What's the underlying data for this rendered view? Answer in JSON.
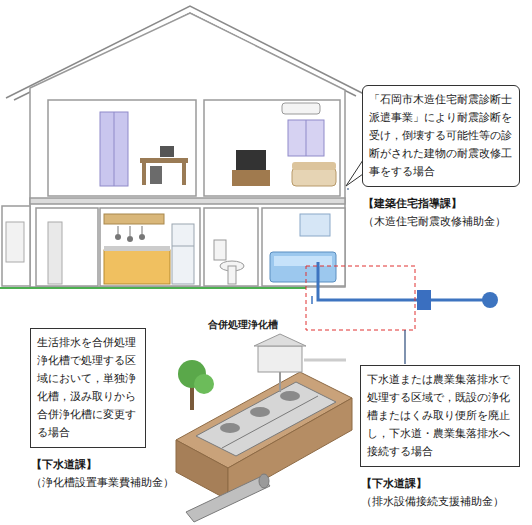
{
  "diagram": {
    "nodes": [
      {
        "text": [
          "「石岡市木造住宅耐震診断士派遣事業」により耐震診断を受け，倒壊する可能性等の診断がされた建物の耐震改修工事をする場合",
          "【建築住宅指導課】",
          "（木造住宅耐震改修補助金）"
        ]
      },
      {
        "text": [
          "生活排水を合併処理浄化槽で処理する区域において，単独浄化槽，汲み取りから合併浄化槽に変更する場合",
          "【下水道課】",
          "（浄化槽設置事業費補助金）"
        ]
      },
      {
        "text": [
          "下水道または農業集落排水で処理する区域で，既設の浄化槽またはくみ取り便所を廃止し，下水道・農業集落排水へ接続する場合",
          "【下水道課】",
          "（排水設備接続支援補助金）"
        ]
      }
    ],
    "labels": [
      "合併処理浄化槽"
    ]
  }
}
